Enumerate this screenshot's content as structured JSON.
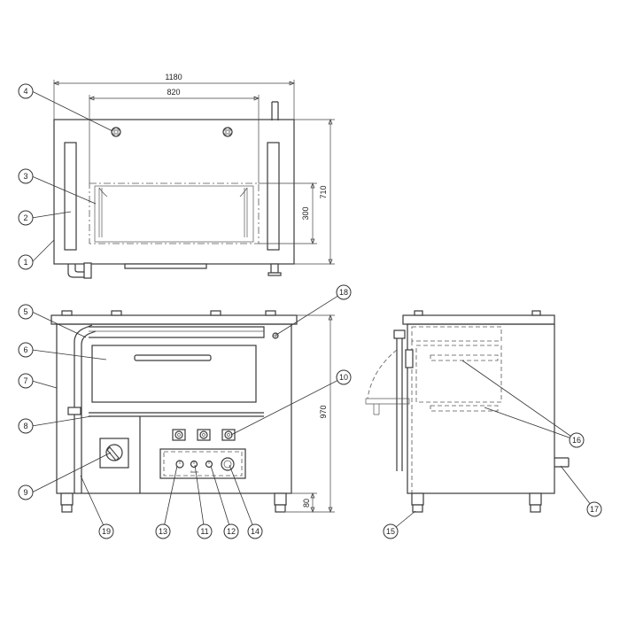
{
  "dimensions": {
    "overall_width": "1180",
    "inner_width": "820",
    "depth": "710",
    "window_height": "300",
    "overall_height": "970",
    "leg_height": "80"
  },
  "callouts": [
    "1",
    "2",
    "3",
    "4",
    "5",
    "6",
    "7",
    "8",
    "9",
    "10",
    "11",
    "12",
    "13",
    "14",
    "15",
    "16",
    "17",
    "18",
    "19"
  ],
  "panel_label": "Ikom"
}
